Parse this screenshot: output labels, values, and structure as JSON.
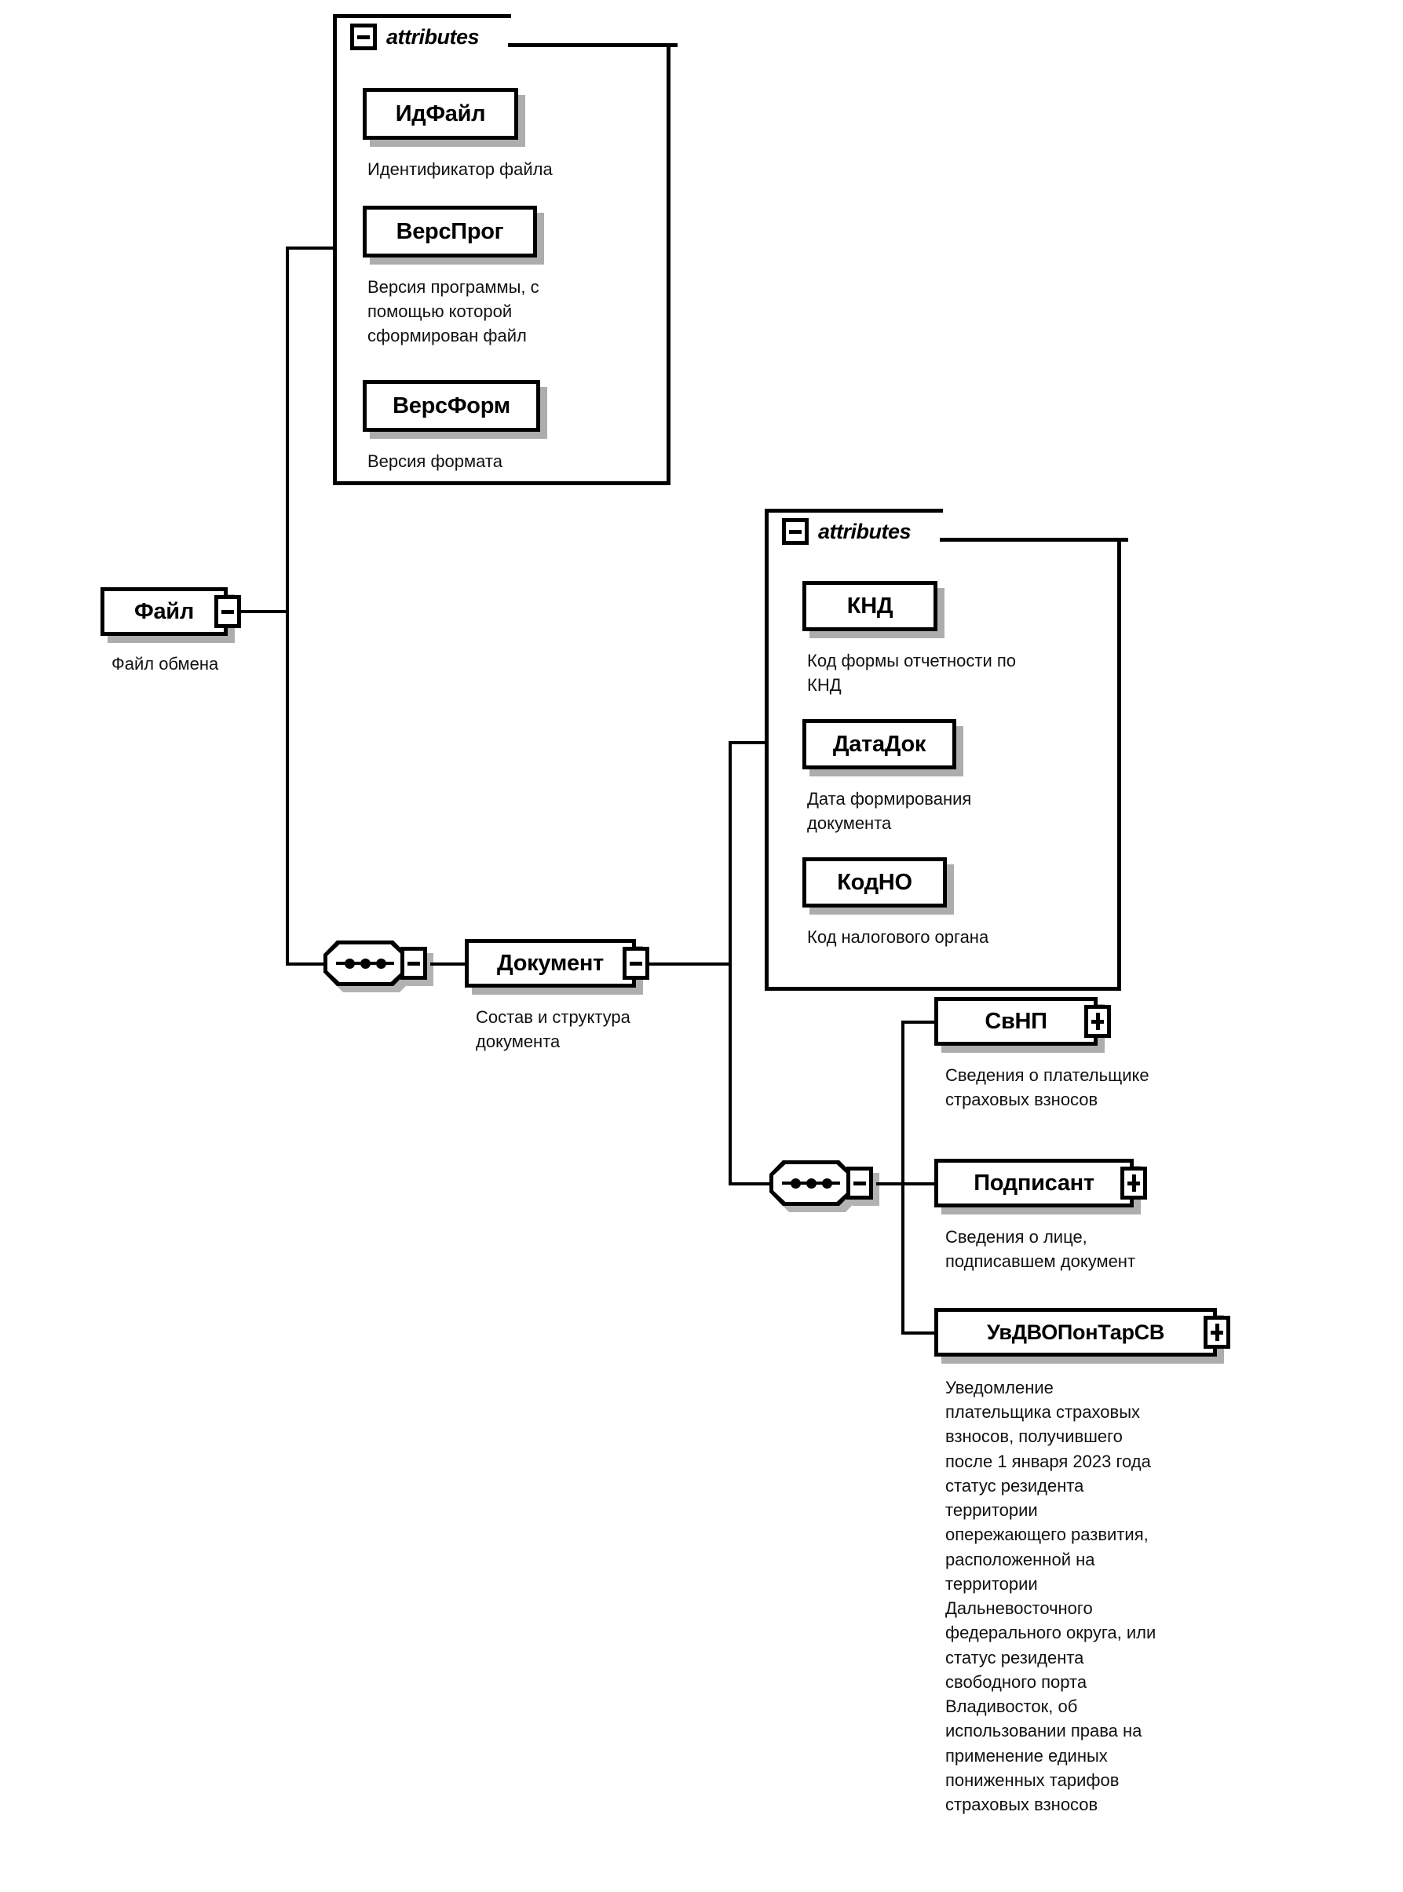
{
  "diagram": {
    "kind": "xsd-schema-tree",
    "attributes_panel_title": "attributes",
    "toggle_minus_icon": "minus-box-icon",
    "toggle_plus_icon": "plus-box-icon",
    "sequence_icon": "sequence-compositor-icon"
  },
  "root": {
    "name": "Файл",
    "caption": "Файл обмена"
  },
  "file_attributes": {
    "title": "attributes",
    "items": [
      {
        "name": "ИдФайл",
        "caption": "Идентификатор файла"
      },
      {
        "name": "ВерсПрог",
        "caption": "Версия программы, с\nпомощью которой\nсформирован файл"
      },
      {
        "name": "ВерсФорм",
        "caption": "Версия формата"
      }
    ]
  },
  "document": {
    "name": "Документ",
    "caption": "Состав и структура\nдокумента"
  },
  "document_attributes": {
    "title": "attributes",
    "items": [
      {
        "name": "КНД",
        "caption": "Код формы отчетности по\nКНД"
      },
      {
        "name": "ДатаДок",
        "caption": "Дата формирования\nдокумента"
      },
      {
        "name": "КодНО",
        "caption": "Код налогового органа"
      }
    ]
  },
  "document_children": [
    {
      "name": "СвНП",
      "caption": "Сведения о плательщике\nстраховых взносов",
      "expandable": true
    },
    {
      "name": "Подписант",
      "caption": "Сведения о лице,\nподписавшем документ",
      "expandable": true
    },
    {
      "name": "УвДВОПонТарСВ",
      "caption": "Уведомление\nплательщика страховых\nвзносов, получившего\nпосле 1 января 2023 года\nстатус резидента\nтерритории\nопережающего развития,\nрасположенной на\nтерритории\nДальневосточного\nфедерального округа, или\nстатус резидента\nсвободного порта\nВладивосток, об\nиспользовании права на\nприменение единых\nпониженных тарифов\nстраховых взносов",
      "expandable": true
    }
  ],
  "colors": {
    "stroke": "#000000",
    "background": "#ffffff",
    "shadow": "rgba(0,0,0,0.32)"
  }
}
